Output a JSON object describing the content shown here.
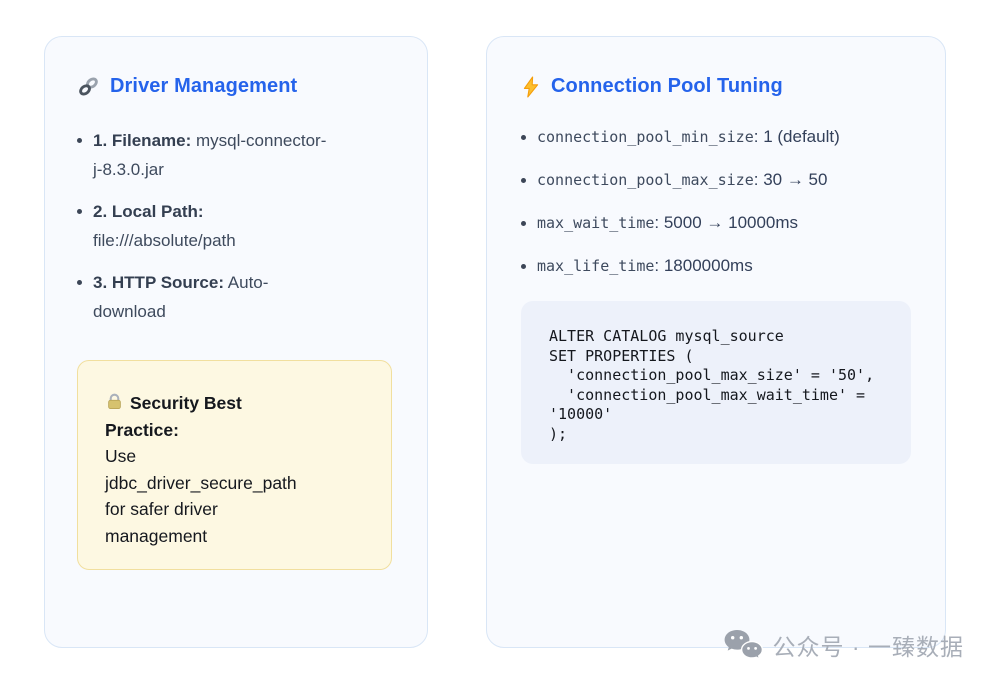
{
  "left_card": {
    "title": "Driver Management",
    "title_icon": "link-icon",
    "items": [
      {
        "label": "1. Filename:",
        "value": " mysql-connector-\nj-8.3.0.jar"
      },
      {
        "label": "2. Local Path:",
        "value": "\nfile:///absolute/path"
      },
      {
        "label": "3. HTTP Source:",
        "value": " Auto-\ndownload"
      }
    ],
    "callout": {
      "icon": "lock-icon",
      "title": "Security Best\nPractice:",
      "body": "\nUse\njdbc_driver_secure_path\nfor safer driver\nmanagement"
    }
  },
  "right_card": {
    "title": "Connection Pool Tuning",
    "title_icon": "lightning-icon",
    "items": [
      {
        "key": "connection_pool_min_size",
        "value": ": 1 (default)"
      },
      {
        "key": "connection_pool_max_size",
        "value": ": 30 → 50"
      },
      {
        "key": "max_wait_time",
        "value": ": 5000 → 10000ms"
      },
      {
        "key": "max_life_time",
        "value": ": 1800000ms"
      }
    ],
    "code": "ALTER CATALOG mysql_source\nSET PROPERTIES (\n  'connection_pool_max_size' = '50',\n  'connection_pool_max_wait_time' =\n'10000'\n);"
  },
  "watermark": {
    "icon": "wechat-icon",
    "text": "公众号 · 一臻数据"
  },
  "colors": {
    "title_blue": "#2563eb",
    "card_background": "#f8fafe",
    "card_border": "#d9e6f6",
    "callout_background": "#fdf8e2",
    "callout_border": "#f1df9e",
    "code_background": "#edf1fa",
    "watermark_gray": "#a8aeb8",
    "text_slate": "#3e4a5d"
  }
}
